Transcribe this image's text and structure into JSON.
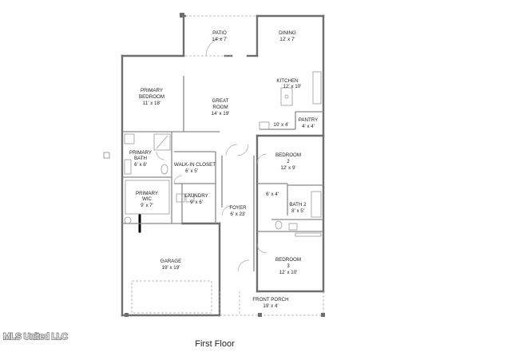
{
  "plan_title": "First Floor",
  "watermark": "MLS United LLC",
  "rooms": {
    "patio": {
      "name": "PATIO",
      "size": "14' x 7'"
    },
    "dining": {
      "name": "DINING",
      "size": "12' x 7'"
    },
    "kitchen": {
      "name": "KITCHEN",
      "size": "12' x 10'"
    },
    "primary_bedroom": {
      "name1": "PRIMARY",
      "name2": "BEDROOM",
      "size": "11' x 18'"
    },
    "great_room": {
      "name1": "GREAT",
      "name2": "ROOM",
      "size": "14' x 19'"
    },
    "nook": {
      "size": "10' x 4'"
    },
    "pantry": {
      "name": "PANTRY",
      "size": "4' x 4'"
    },
    "primary_bath": {
      "name1": "PRIMARY",
      "name2": "BATH",
      "size": "6' x 8'"
    },
    "walk_in_closet": {
      "name": "WALK-IN CLOSET",
      "size": "6' x 5'"
    },
    "bedroom_2": {
      "name1": "BEDROOM",
      "name2": "2",
      "size": "12' x 9'"
    },
    "primary_wic": {
      "name1": "PRIMARY",
      "name2": "WIC",
      "size": "9' x 7'"
    },
    "laundry": {
      "name": "LAUNDRY",
      "size": "9' x 6'"
    },
    "linen": {
      "size": "6' x 4'"
    },
    "bath_2": {
      "name": "BATH 2",
      "size": "8' x 5'"
    },
    "foyer": {
      "name": "FOYER",
      "size": "6' x 23'"
    },
    "garage": {
      "name": "GARAGE",
      "size": "19' x 19'"
    },
    "bedroom_3": {
      "name1": "BEDROOM",
      "name2": "3",
      "size": "12' x 10'"
    },
    "front_porch": {
      "name": "FRONT PORCH",
      "size": "19' x 4'"
    }
  }
}
